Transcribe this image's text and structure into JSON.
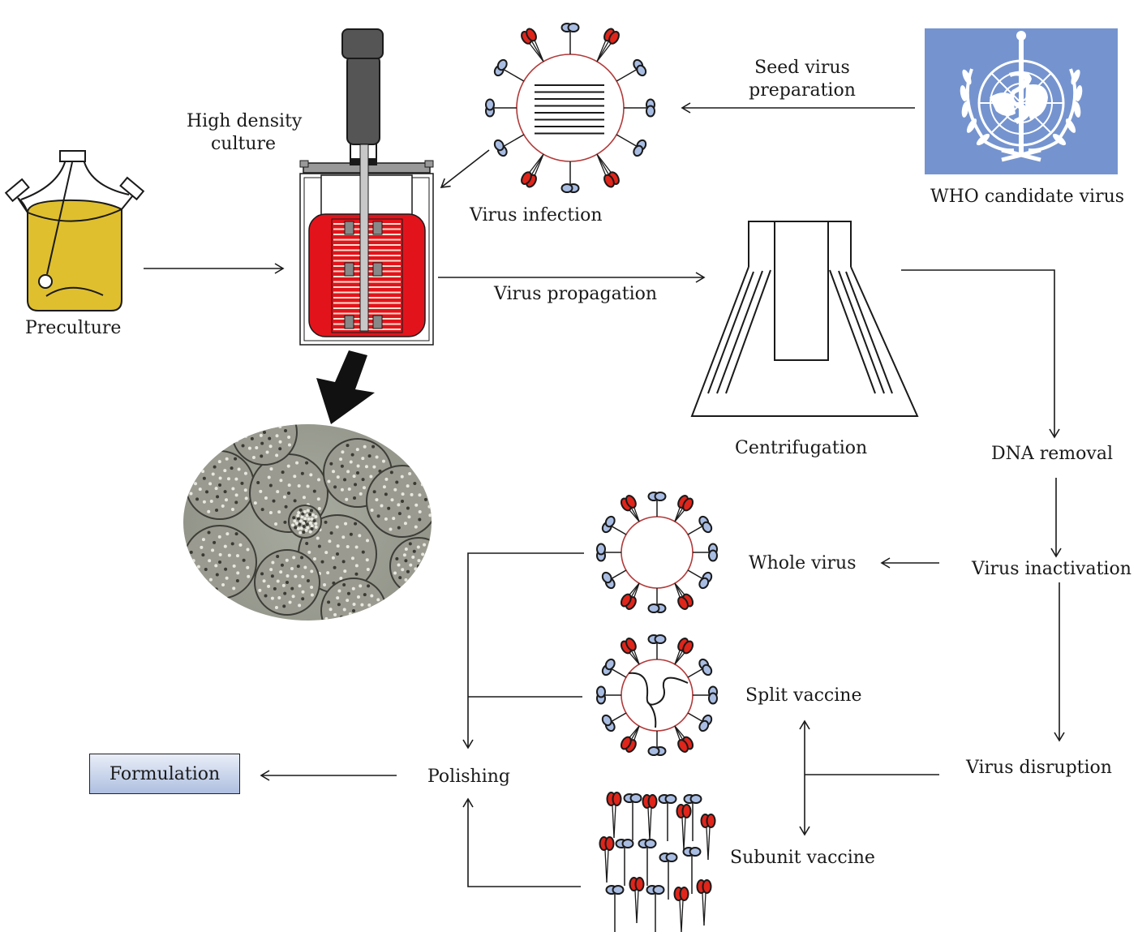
{
  "figure": {
    "labels": {
      "preculture": "Preculture",
      "high_density_culture_line1": "High density",
      "high_density_culture_line2": "culture",
      "virus_infection": "Virus infection",
      "seed_virus_line1": "Seed virus",
      "seed_virus_line2": "preparation",
      "who_candidate_virus": "WHO candidate virus",
      "virus_propagation": "Virus propagation",
      "centrifugation": "Centrifugation",
      "dna_removal": "DNA removal",
      "virus_inactivation": "Virus inactivation",
      "whole_virus": "Whole virus",
      "virus_disruption": "Virus disruption",
      "split_vaccine": "Split vaccine",
      "subunit_vaccine": "Subunit vaccine",
      "polishing": "Polishing",
      "formulation": "Formulation"
    },
    "colors": {
      "culture_medium": "#dfbf2e",
      "bioreactor_red": "#e3131b",
      "who_blue": "#7594cf",
      "hemagglutinin_red": "#e0251b",
      "neuraminidase_blue": "#a9bde3",
      "virus_membrane": "#b23a3a",
      "formulation_box_top": "#e9eef8",
      "formulation_box_bottom": "#aebfe0"
    },
    "icons": {
      "flask": "flask-icon",
      "bioreactor": "bioreactor-icon",
      "virus": "virus-icon",
      "who_emblem": "who-emblem-icon",
      "centrifuge": "centrifuge-icon",
      "microcarrier_photo": "microcarrier-image",
      "subunit_proteins": "subunit-proteins-icon"
    }
  }
}
